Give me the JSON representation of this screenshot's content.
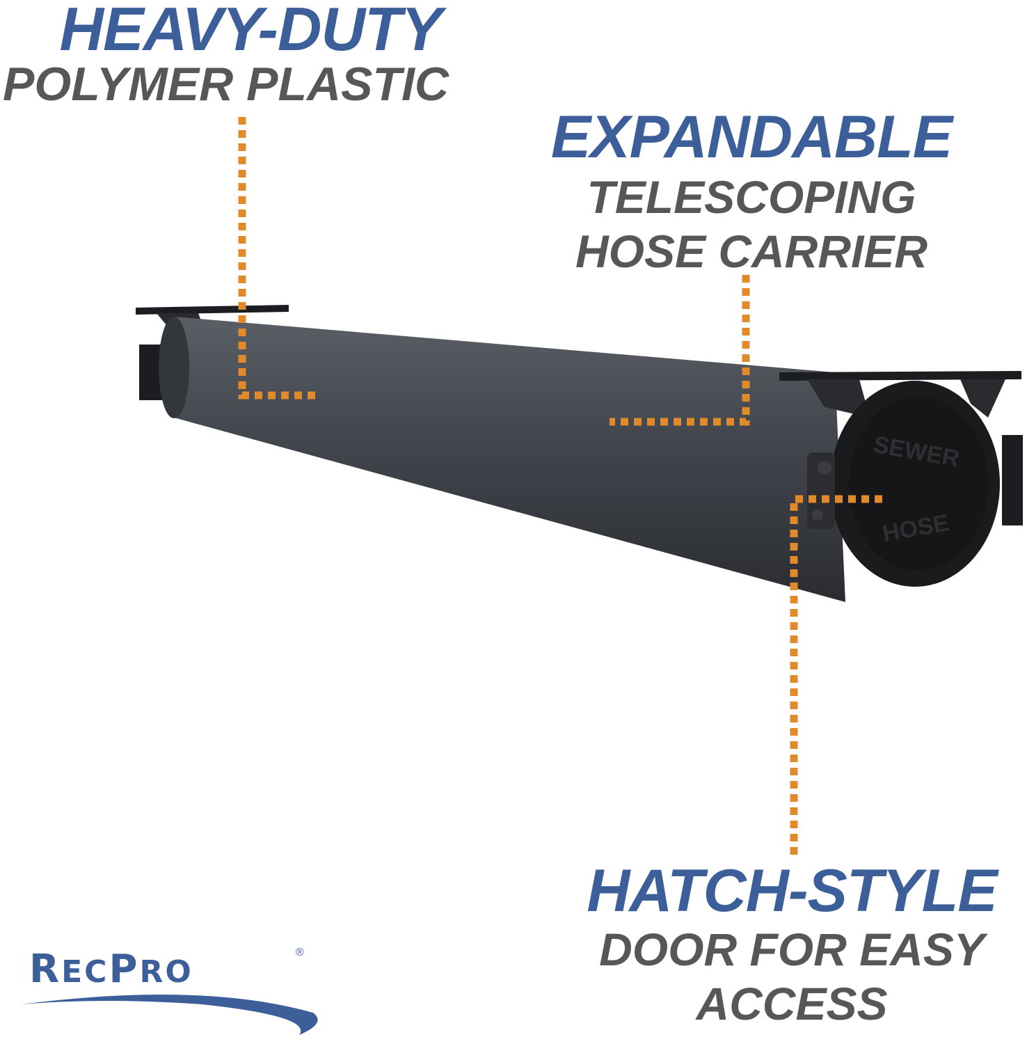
{
  "callouts": {
    "heavy_duty": {
      "headline": "HEAVY-DUTY",
      "lines": [
        "POLYMER PLASTIC"
      ]
    },
    "expandable": {
      "headline": "EXPANDABLE",
      "lines": [
        "TELESCOPING",
        "HOSE CARRIER"
      ]
    },
    "hatch_style": {
      "headline": "HATCH-STYLE",
      "lines": [
        "DOOR FOR EASY",
        "ACCESS"
      ]
    }
  },
  "product": {
    "cap_text_top": "SEWER",
    "cap_text_bottom": "HOSE"
  },
  "brand": {
    "name_first": "R",
    "name_first_small": "EC",
    "name_second": "P",
    "name_second_small": "RO",
    "registered_mark": "®"
  },
  "colors": {
    "headline_blue": "#3c5f9a",
    "subline_gray": "#575757",
    "leader_orange": "#e08a2c",
    "tube_dark": "#3e4248"
  }
}
